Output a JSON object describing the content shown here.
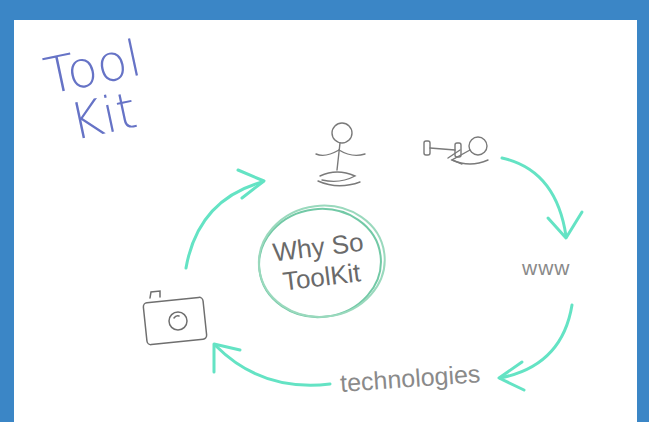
{
  "diagram": {
    "title": "Tool Kit",
    "nodes": [
      {
        "text": [
          "Why So ToolKit"
        ]
      }
    ],
    "labels": [
      "www",
      "technologies"
    ]
  }
}
